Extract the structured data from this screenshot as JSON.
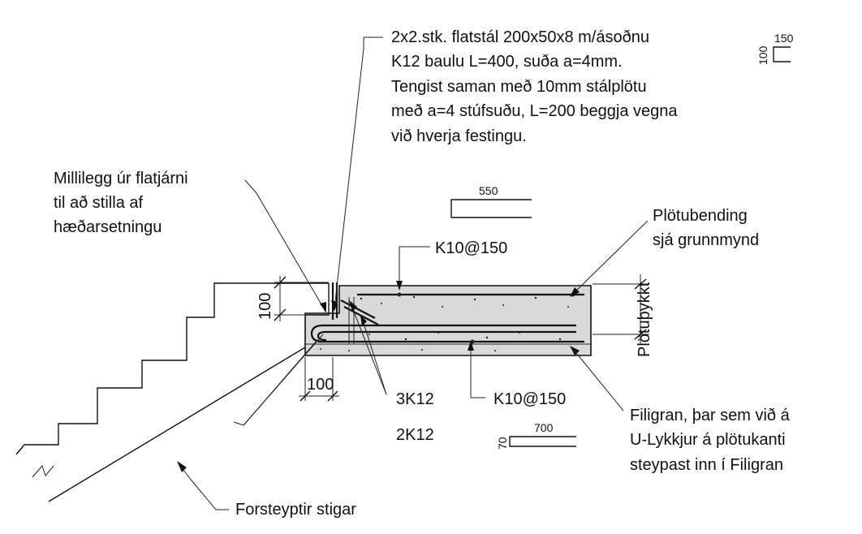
{
  "notes": {
    "flat_steel": [
      "2x2.stk. flatstál 200x50x8 m/ásoðnu",
      "K12 baulu L=400, suða a=4mm.",
      "Tengist saman með 10mm stálplötu",
      "með a=4 stúfsuðu, L=200 beggja vegna",
      "við hverja festingu."
    ],
    "shim": [
      "Millilegg úr flatjárni",
      "til að stilla af",
      "hæðarsetningu"
    ],
    "slab_reinforcement": [
      "Plötubending",
      "sjá grunnmynd"
    ],
    "filigran": [
      "Filigran, þar sem við á",
      "U-Lykkjur á plötukanti",
      "steypast inn í Filigran"
    ],
    "precast_stairs": "Forsteyptir stigar",
    "slab_thickness": "Plötuþykkt"
  },
  "bars": {
    "top": "K10@150",
    "bottom": "K10@150",
    "bar_3k12": "3K12",
    "bar_2k12": "2K12"
  },
  "bar_shapes": {
    "baula_w": "150",
    "baula_h": "100",
    "top_len": "550",
    "bottom_w": "700",
    "bottom_h": "70"
  },
  "dimensions": {
    "notch_height": "100",
    "notch_width": "100"
  }
}
